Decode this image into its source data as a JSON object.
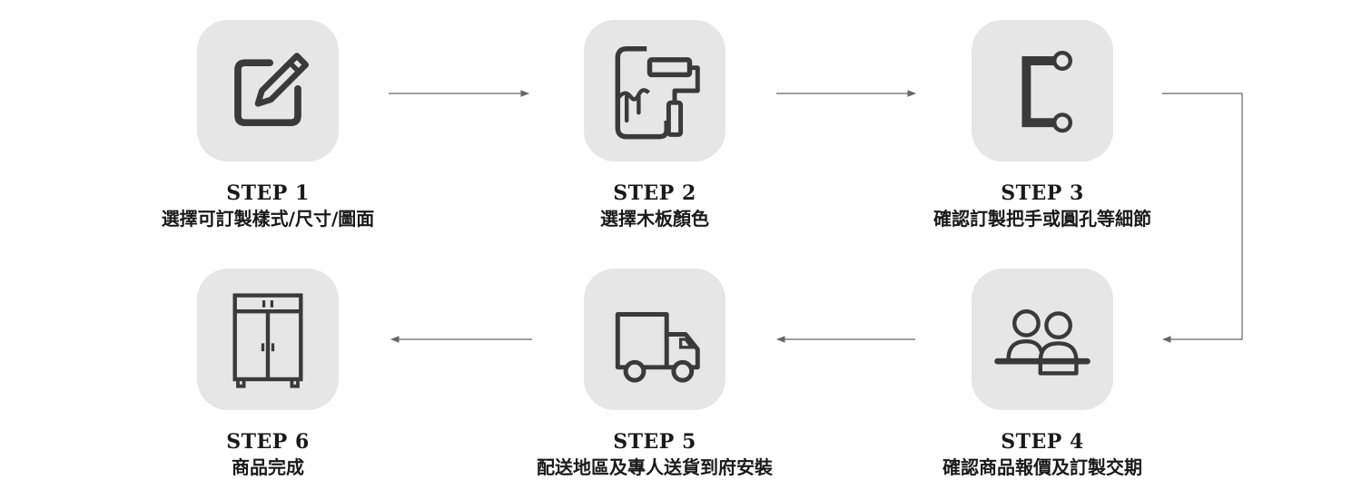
{
  "flow": {
    "steps": [
      {
        "title": "STEP 1",
        "desc": "選擇可訂製樣式/尺寸/圖面",
        "icon": "edit-icon"
      },
      {
        "title": "STEP 2",
        "desc": "選擇木板顏色",
        "icon": "paint-roller-icon"
      },
      {
        "title": "STEP 3",
        "desc": "確認訂製把手或圓孔等細節",
        "icon": "handle-icon"
      },
      {
        "title": "STEP 4",
        "desc": "確認商品報價及訂製交期",
        "icon": "meeting-icon"
      },
      {
        "title": "STEP 5",
        "desc": "配送地區及專人送貨到府安裝",
        "icon": "truck-icon"
      },
      {
        "title": "STEP 6",
        "desc": "商品完成",
        "icon": "cabinet-icon"
      }
    ],
    "colors": {
      "icon_bg": "#e6e6e6",
      "icon_stroke": "#3a3a3a",
      "connector": "#666666",
      "text": "#1a1a1a"
    }
  }
}
